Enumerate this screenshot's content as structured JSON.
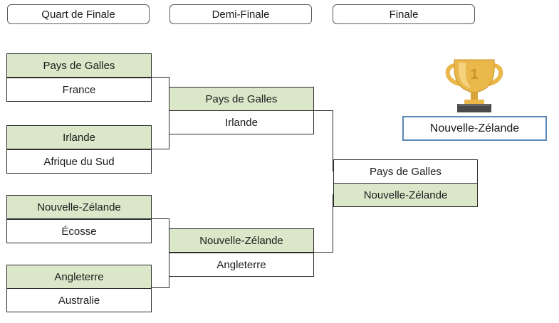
{
  "headers": {
    "quarter": "Quart de Finale",
    "semi": "Demi-Finale",
    "final": "Finale"
  },
  "quarterfinals": [
    {
      "top": "Pays de Galles",
      "bottom": "France"
    },
    {
      "top": "Irlande",
      "bottom": "Afrique du Sud"
    },
    {
      "top": "Nouvelle-Zélande",
      "bottom": "Écosse"
    },
    {
      "top": "Angleterre",
      "bottom": "Australie"
    }
  ],
  "semifinals": [
    {
      "top": "Pays de Galles",
      "bottom": "Irlande"
    },
    {
      "top": "Nouvelle-Zélande",
      "bottom": "Angleterre"
    }
  ],
  "final": {
    "top": "Pays de Galles",
    "bottom": "Nouvelle-Zélande"
  },
  "champion": "Nouvelle-Zélande",
  "trophy_label": "1",
  "trophy_icon": "trophy-icon",
  "colors": {
    "winner_fill": "#dbe7c9",
    "champion_border": "#5b86b8",
    "trophy_gold": "#e9b74a"
  }
}
